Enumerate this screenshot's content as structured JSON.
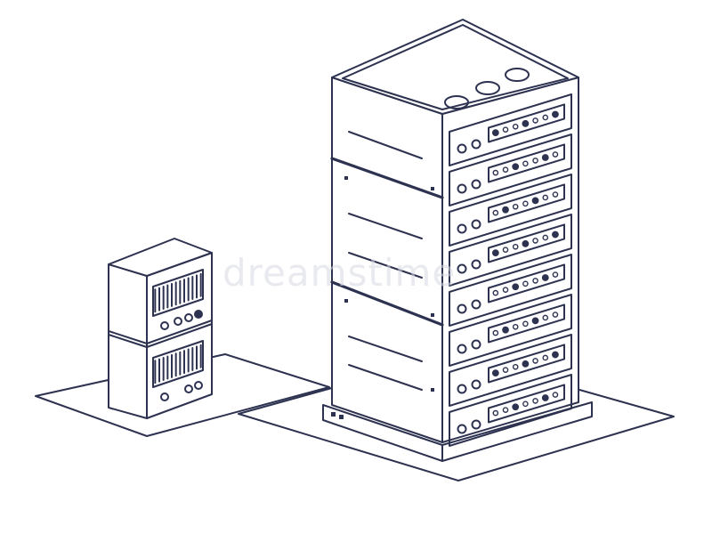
{
  "illustration": {
    "subject": "isometric-server-rack-and-small-server-cabinet-outline-icon",
    "style": "line-art",
    "colors": {
      "line": "#2d3250",
      "background": "#ffffff",
      "watermark": "#d7d9e2"
    },
    "watermark_text": "dreamstime",
    "large_rack": {
      "panel_count": 8
    },
    "small_cabinet": {
      "unit_count": 2
    }
  }
}
